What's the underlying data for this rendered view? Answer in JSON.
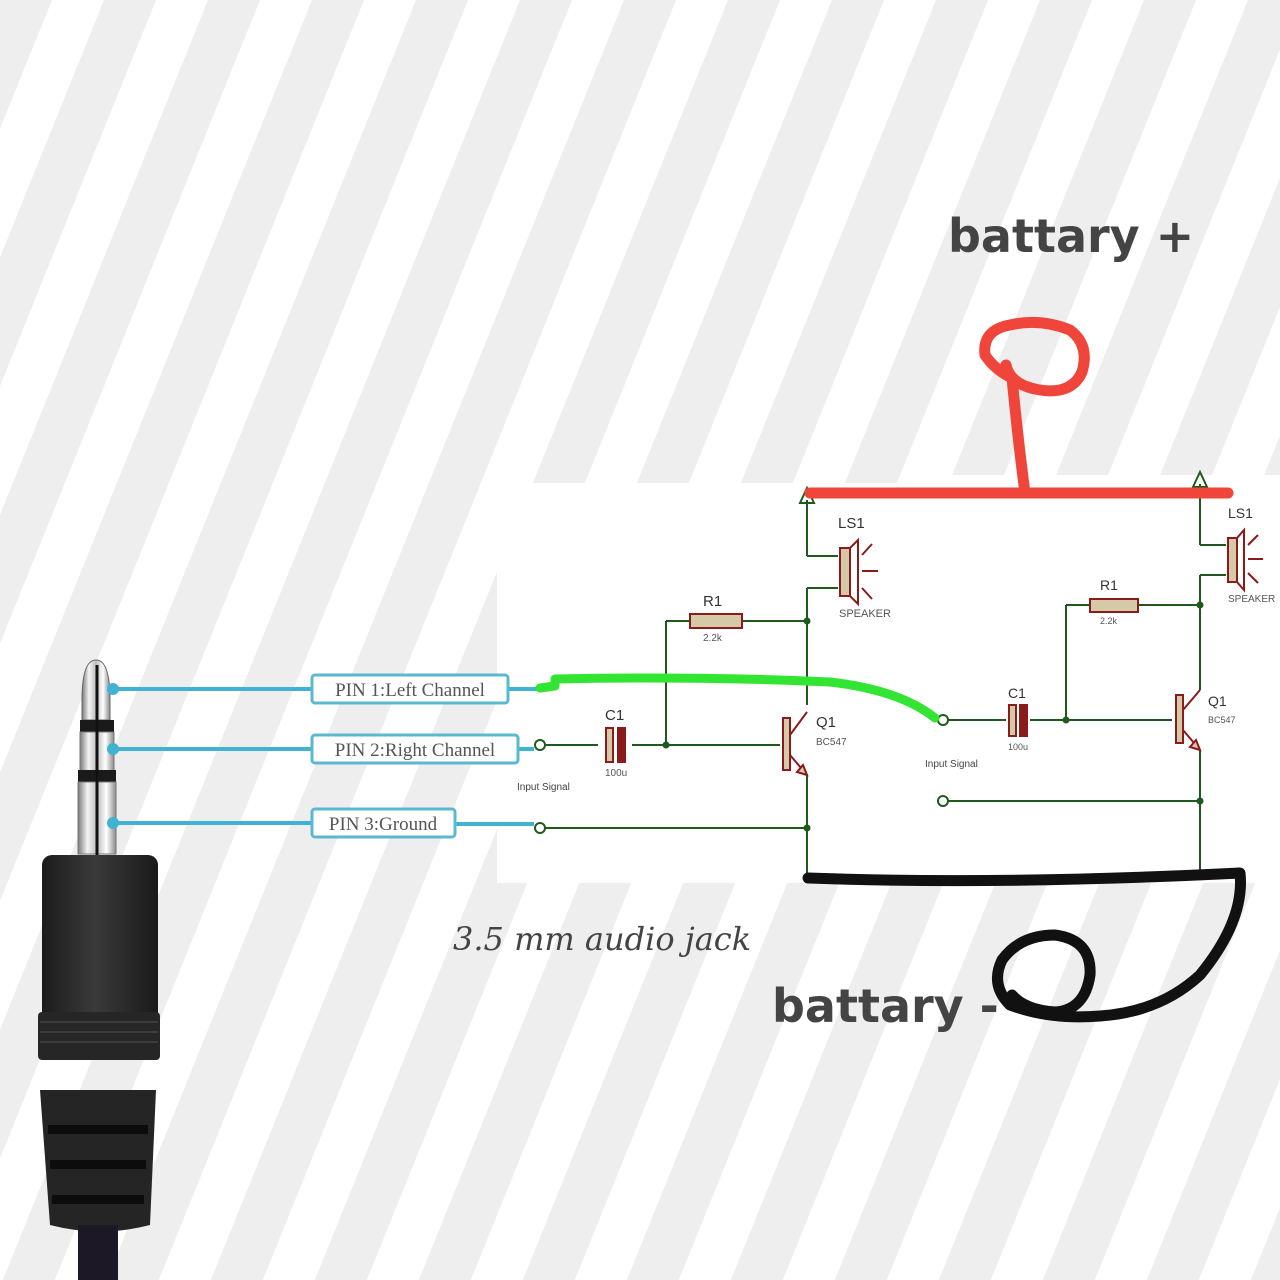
{
  "title_plus": "battary +",
  "title_minus": "battary -",
  "caption": "3.5 mm audio jack",
  "pins": [
    {
      "label": "PIN 1:Left Channel"
    },
    {
      "label": "PIN 2:Right Channel"
    },
    {
      "label": "PIN 3:Ground"
    }
  ],
  "left_stage": {
    "speaker_ref": "LS1",
    "speaker_name": "SPEAKER",
    "resistor_ref": "R1",
    "resistor_value": "2.2k",
    "capacitor_ref": "C1",
    "capacitor_value": "100u",
    "transistor_ref": "Q1",
    "transistor_part": "BC547",
    "input_label": "Input Signal"
  },
  "right_stage": {
    "speaker_ref": "LS1",
    "speaker_name": "SPEAKER",
    "resistor_ref": "R1",
    "resistor_value": "2.2k",
    "capacitor_ref": "C1",
    "capacitor_value": "100u",
    "transistor_ref": "Q1",
    "transistor_part": "BC547",
    "input_label": "Input Signal"
  },
  "colors": {
    "stripe": "#eeeeee",
    "wire": "#1e5a1e",
    "component": "#8b1a1a",
    "component_fill": "#d6c9a8",
    "pin_line": "#3fb3d1",
    "battery_plus_wire": "#f0453a",
    "battery_minus_wire": "#111111",
    "left_channel_wire": "#33e533",
    "heading_text": "#444444"
  }
}
